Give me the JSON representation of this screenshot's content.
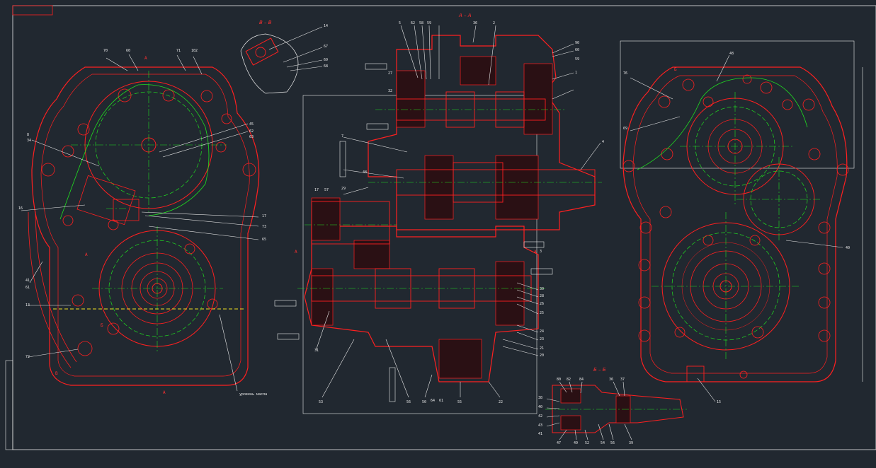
{
  "drawing": {
    "section_titles": {
      "aa": "А – А",
      "bb": "Б – Б",
      "vv": "В – В"
    },
    "cut_marks": {
      "a": "А",
      "b": "Б",
      "v": "В"
    },
    "note_oil_level": "уровень масла",
    "left_view": {
      "callouts": [
        "70",
        "60",
        "71",
        "102",
        "8",
        "34",
        "45",
        "62",
        "63",
        "16",
        "17",
        "73",
        "65",
        "41",
        "13",
        "72",
        "61"
      ]
    },
    "section_view": {
      "callouts": [
        "5",
        "62",
        "58",
        "59",
        "2",
        "36",
        "90",
        "60",
        "59",
        "1",
        "4",
        "30",
        "28",
        "26",
        "25",
        "24",
        "23",
        "21",
        "20",
        "3",
        "7",
        "48",
        "29",
        "31",
        "27",
        "32",
        "17",
        "57",
        "53",
        "56",
        "50",
        "55",
        "22",
        "64",
        "61"
      ]
    },
    "right_view": {
      "callouts": [
        "48",
        "76",
        "69",
        "40",
        "15"
      ]
    },
    "detail_bb": {
      "callouts": [
        "80",
        "82",
        "84",
        "36",
        "37",
        "38",
        "40",
        "42",
        "43",
        "47",
        "49",
        "52",
        "54",
        "56",
        "39",
        "41"
      ]
    },
    "detail_vv": {
      "callouts": [
        "14",
        "67",
        "69",
        "68"
      ]
    },
    "colors": {
      "background": "#212830",
      "outline": "#ff2020",
      "centerline": "#20e020",
      "dimension": "#e8e8e8",
      "hidden": "#f0e020"
    }
  }
}
